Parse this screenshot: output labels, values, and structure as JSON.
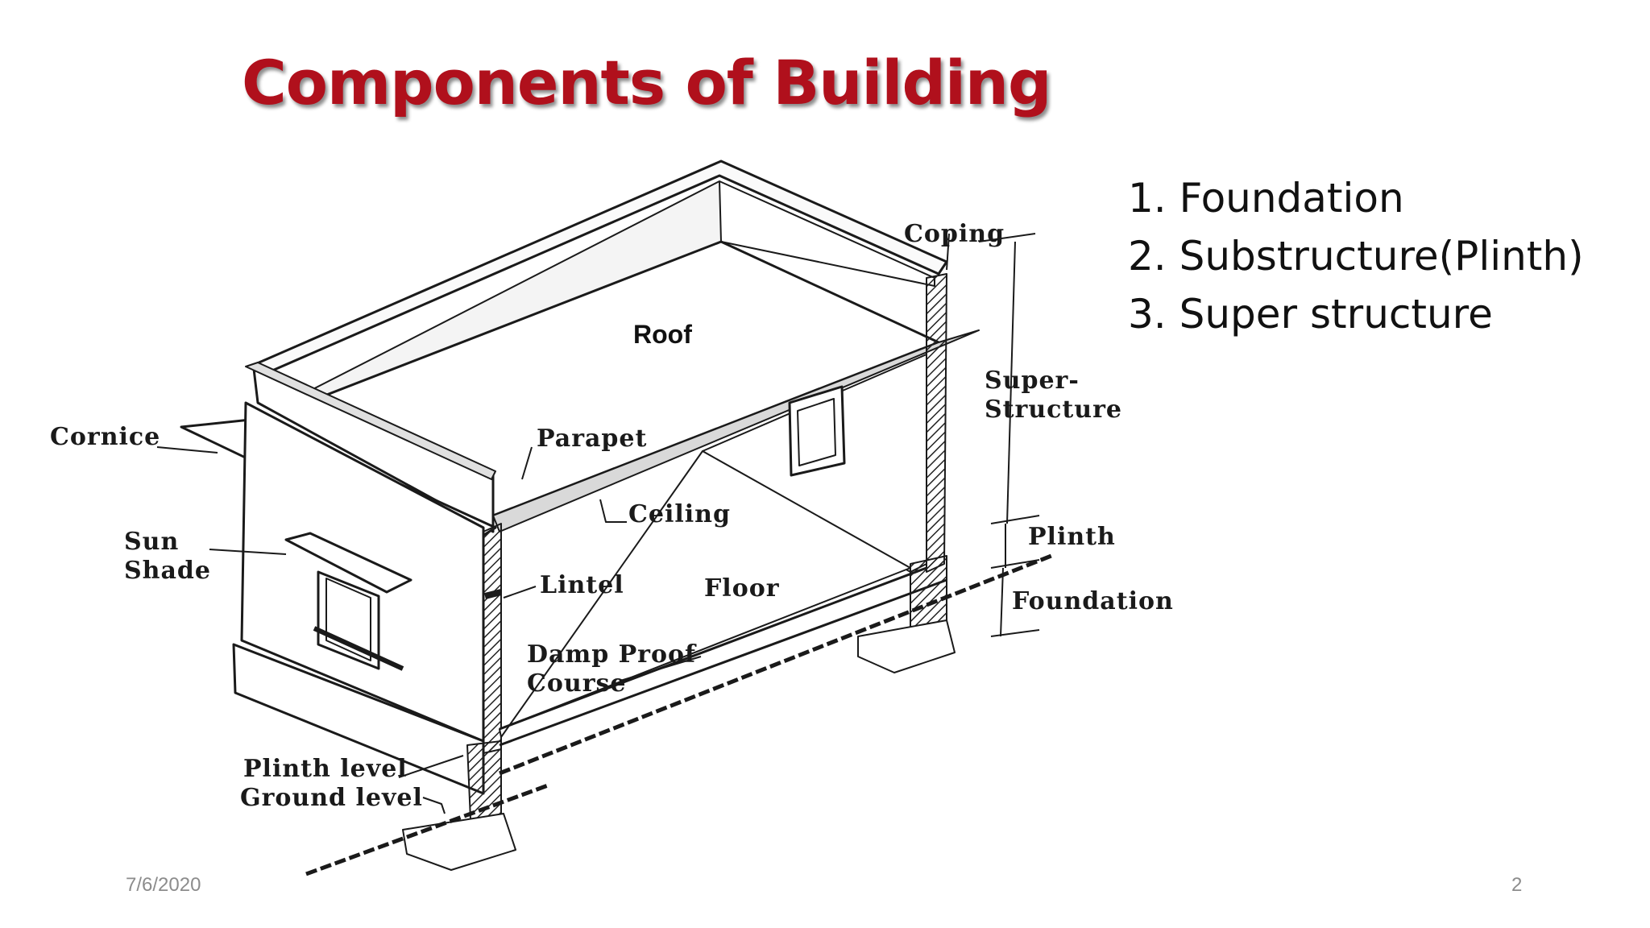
{
  "slide": {
    "title": "Components of Building",
    "list": [
      "1. Foundation",
      "2. Substructure(Plinth)",
      "3. Super structure"
    ],
    "date": "7/6/2020",
    "page_number": "2"
  },
  "diagram": {
    "labels": {
      "roof": "Roof",
      "coping": "Coping",
      "super_1": "Super-",
      "super_2": "Structure",
      "cornice": "Cornice",
      "parapet": "Parapet",
      "ceiling": "Ceiling",
      "sun": "Sun",
      "shade": "Shade",
      "lintel": "Lintel",
      "floor": "Floor",
      "plinth": "Plinth",
      "foundation": "Foundation",
      "dpc_1": "Damp Proof",
      "dpc_2": "Course",
      "plinth_level": "Plinth level",
      "ground_level": "Ground level"
    }
  }
}
